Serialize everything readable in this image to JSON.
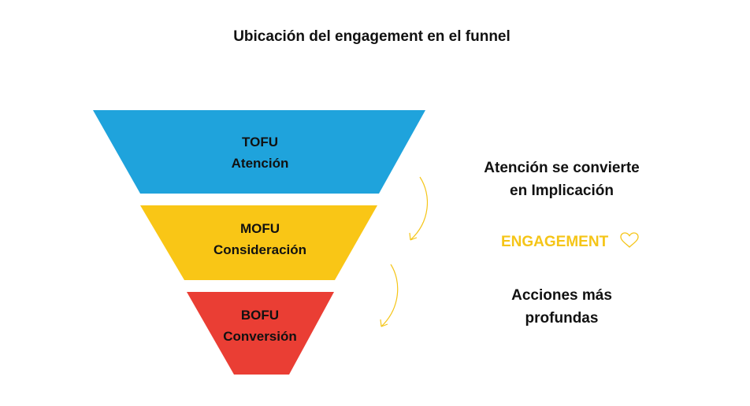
{
  "title": "Ubicación del engagement en el funnel",
  "colors": {
    "tofu": "#1fa3dc",
    "mofu": "#f9c616",
    "bofu": "#ea3e34",
    "accent": "#f5c518"
  },
  "stages": [
    {
      "code": "TOFU",
      "name": "Atención"
    },
    {
      "code": "MOFU",
      "name": "Consideración"
    },
    {
      "code": "BOFU",
      "name": "Conversión"
    }
  ],
  "side": {
    "top_line1": "Atención se convierte",
    "top_line2": "en Implicación",
    "engagement": "ENGAGEMENT",
    "engagement_icon": "heart-outline-icon",
    "bottom_line1": "Acciones más",
    "bottom_line2": "profundas"
  }
}
